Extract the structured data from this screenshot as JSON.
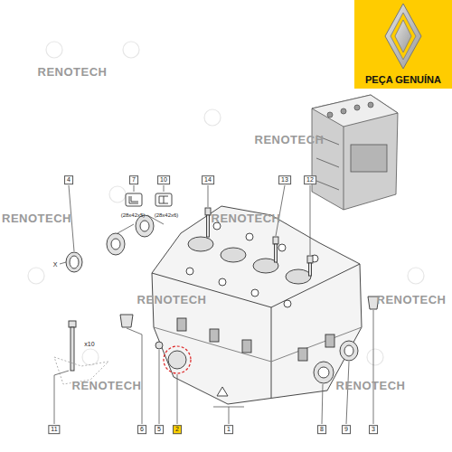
{
  "diagram": {
    "labels": [
      "PEÇA GENUÍNA",
      "RENOTECH",
      "RENOTECH",
      "RENOTECH",
      "RENOTECH",
      "RENOTECH",
      "RENOTECH",
      "RENOTECH",
      "RENOTECH",
      "4",
      "7",
      "(28x42x5)",
      "10",
      "(28x42x6)",
      "14",
      "13",
      "12",
      "X",
      "x10",
      "11",
      "6",
      "5",
      "2",
      "1",
      "8",
      "9",
      "3"
    ]
  }
}
